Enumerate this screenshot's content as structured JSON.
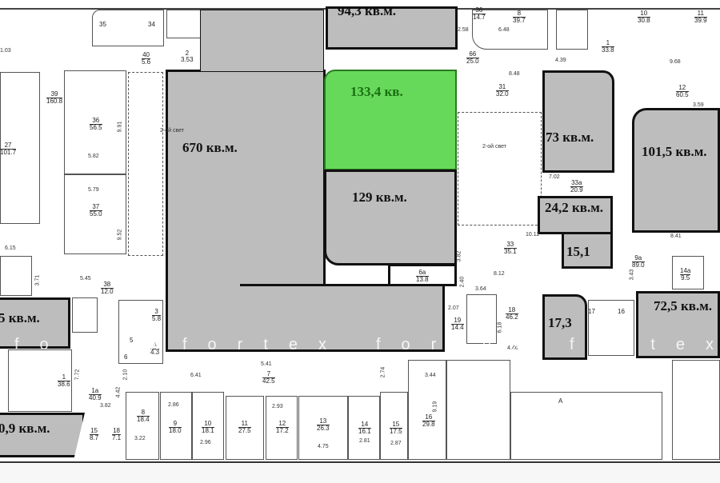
{
  "areas": {
    "a94": "94,3 кв.м.",
    "a133": "133,4 кв.",
    "a129": "129 кв.м.",
    "a670": "670 кв.м.",
    "a73": "73 кв.м.",
    "a101": "101,5 кв.м.",
    "a24": "24,2 кв.м.",
    "a15": "15,1",
    "a17": "17,3",
    "a72": "72,5 кв.м.",
    "a5": "5 кв.м.",
    "a09": "0,9 кв.м."
  },
  "selected_color": "#66d95a",
  "rooms": [
    {
      "n": "35",
      "a": ""
    },
    {
      "n": "34",
      "a": ""
    },
    {
      "n": "40",
      "a": "5.6"
    },
    {
      "n": "2",
      "a": "3.53"
    },
    {
      "n": "39",
      "a": "160.8"
    },
    {
      "n": "27",
      "a": "101.7"
    },
    {
      "n": "36",
      "a": "56.5"
    },
    {
      "n": "37",
      "a": "55.0"
    },
    {
      "n": "38",
      "a": "12.0"
    },
    {
      "n": "3",
      "a": "5.8"
    },
    {
      "n": "4",
      "a": "4.3"
    },
    {
      "n": "5",
      "a": ""
    },
    {
      "n": "6",
      "a": ""
    },
    {
      "n": "1",
      "a": "38.6"
    },
    {
      "n": "1a",
      "a": "40.9"
    },
    {
      "n": "7",
      "a": "42.5"
    },
    {
      "n": "8",
      "a": "18.4"
    },
    {
      "n": "9",
      "a": "18.0"
    },
    {
      "n": "10",
      "a": "18.1"
    },
    {
      "n": "11",
      "a": "27.5"
    },
    {
      "n": "12",
      "a": "17.2"
    },
    {
      "n": "13",
      "a": "26.3"
    },
    {
      "n": "14",
      "a": "16.1"
    },
    {
      "n": "15",
      "a": "17.5"
    },
    {
      "n": "16",
      "a": "29.8"
    },
    {
      "n": "15",
      "a": "8.7"
    },
    {
      "n": "18",
      "a": "7.1"
    },
    {
      "n": "19",
      "a": "14.4"
    },
    {
      "n": "18",
      "a": "46.2"
    },
    {
      "n": "33",
      "a": "35.1"
    },
    {
      "n": "31",
      "a": "32.0"
    },
    {
      "n": "66",
      "a": "25.0"
    },
    {
      "n": "1",
      "a": "33.8"
    },
    {
      "n": "12",
      "a": "60.5"
    },
    {
      "n": "10",
      "a": "30.8"
    },
    {
      "n": "11",
      "a": "39.9"
    },
    {
      "n": "8",
      "a": "39.7"
    },
    {
      "n": "36",
      "a": "14.7"
    },
    {
      "n": "33a",
      "a": "20.9"
    },
    {
      "n": "9a",
      "a": "89.0"
    },
    {
      "n": "14a",
      "a": "9.5"
    },
    {
      "n": "6a",
      "a": "13.8"
    },
    {
      "n": "17",
      "a": ""
    },
    {
      "n": "16",
      "a": ""
    },
    {
      "n": "A",
      "a": ""
    }
  ],
  "second_light": "2-ой свет",
  "dims": [
    "1.03",
    "9.91",
    "5.82",
    "5.79",
    "9.52",
    "6.15",
    "3.71",
    "5.45",
    "2.58",
    "6.48",
    "4.39",
    "8.48",
    "9.68",
    "3.59",
    "7.02",
    "10.12",
    "8.41",
    "8.12",
    "3.64",
    "2.07",
    "4.46",
    "6.41",
    "5.41",
    "3.44",
    "2.74",
    "3.82",
    "2.10",
    "4.42",
    "7.72",
    "3.22",
    "2.96",
    "4.75",
    "2.81",
    "2.87",
    "9.19",
    "3.82",
    "2.40",
    "6.18",
    "3.43",
    "2.93",
    "2.86"
  ],
  "watermark": "fortex"
}
